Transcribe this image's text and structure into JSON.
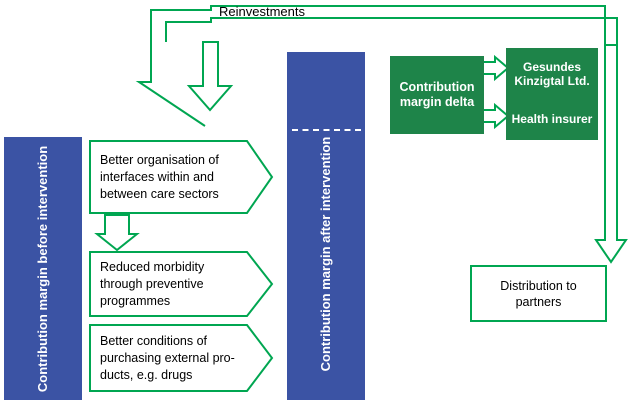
{
  "diagram": {
    "title_label": "Reinvestments",
    "bars": {
      "before": {
        "label": "Contribution margin before intervention"
      },
      "after": {
        "label": "Contribution margin after intervention"
      }
    },
    "callouts": [
      {
        "text": "Better organisation of interfaces within and between care sectors"
      },
      {
        "text": "Reduced morbidity through preventive programmes"
      },
      {
        "text": "Better conditions of purchasing external pro-ducts, e.g. drugs"
      }
    ],
    "green_boxes": [
      {
        "text": "Contribution margin delta"
      },
      {
        "text": "Gesundes Kinzigtal Ltd."
      },
      {
        "text": "Health insurer"
      }
    ],
    "outline_boxes": [
      {
        "text": "Distribution to partners"
      }
    ],
    "colors": {
      "blue": "#3B53A4",
      "green_fill": "#1E8449",
      "green_line": "#00A651",
      "white": "#FFFFFF",
      "black": "#000000"
    }
  }
}
